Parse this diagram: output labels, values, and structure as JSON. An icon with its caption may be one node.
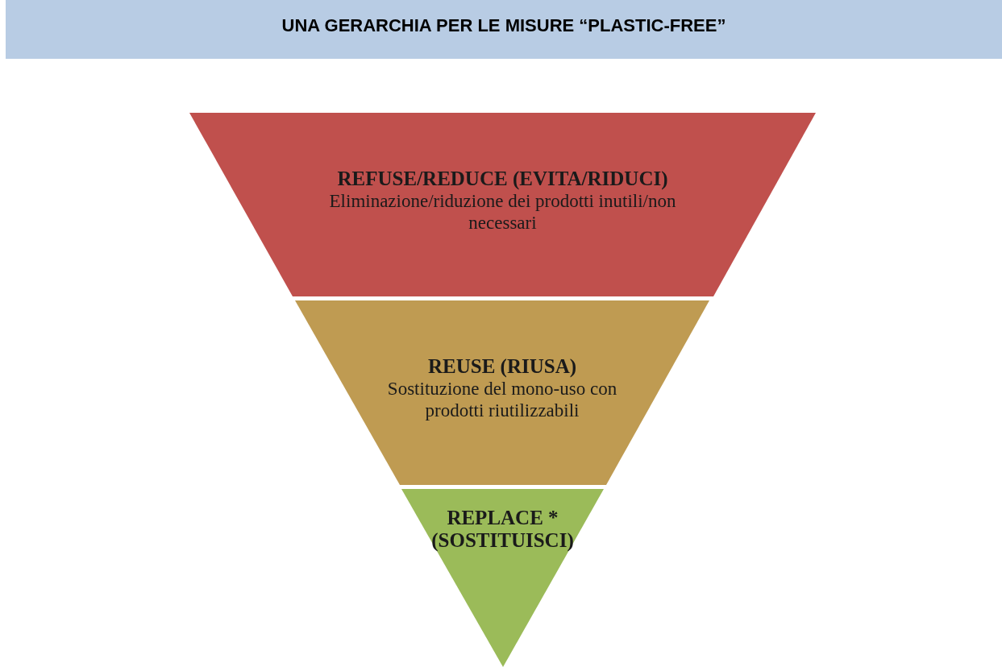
{
  "diagram": {
    "title": "UNA GERARCHIA PER LE MISURE “PLASTIC-FREE”",
    "nodes": [
      {
        "text": [
          "REFUSE/REDUCE (EVITA/RIDUCI)",
          "Eliminazione/riduzione dei prodotti inutili/non necessari"
        ]
      },
      {
        "text": [
          "REUSE (RIUSA)",
          "Sostituzione del mono-uso con prodotti riutilizzabili"
        ]
      },
      {
        "text": [
          "REPLACE * (SOSTITUISCI)"
        ]
      }
    ]
  }
}
